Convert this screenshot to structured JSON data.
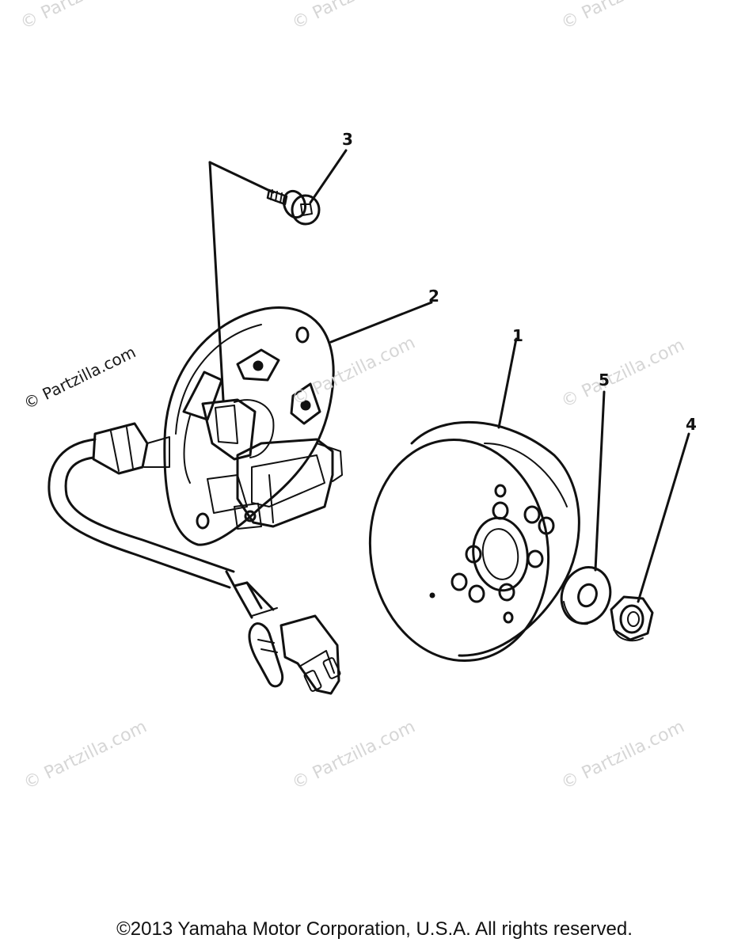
{
  "watermark": "© Partzilla.com",
  "callouts": {
    "c1": "1",
    "c2": "2",
    "c3": "3",
    "c4": "4",
    "c5": "5"
  },
  "copyright": "©2013 Yamaha Motor Corporation, U.S.A. All rights reserved."
}
